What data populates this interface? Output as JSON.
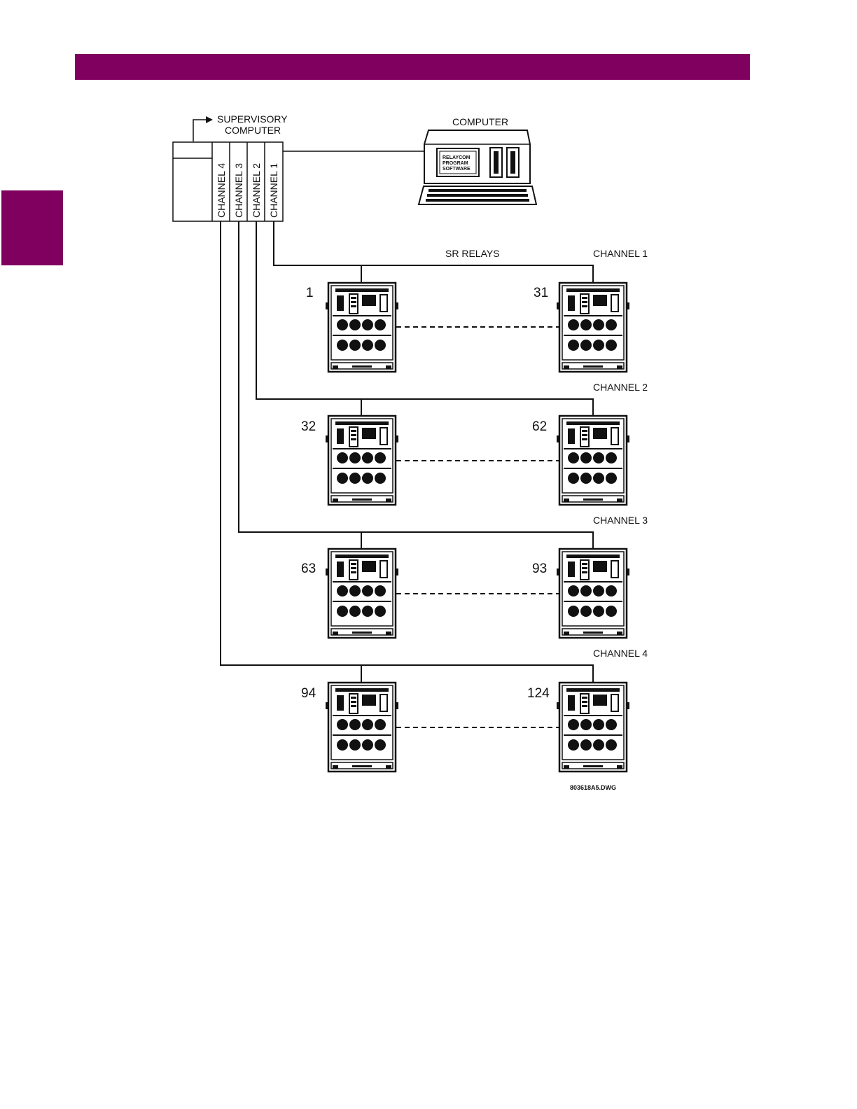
{
  "colors": {
    "accent": "#800060",
    "ink": "#111111"
  },
  "supervisory": {
    "line1": "SUPERVISORY",
    "line2": "COMPUTER"
  },
  "computer": {
    "title": "COMPUTER",
    "screen_lines": [
      "RELAYCOM",
      "PROGRAM",
      "SOFTWARE"
    ]
  },
  "channels": [
    "CHANNEL 4",
    "CHANNEL 3",
    "CHANNEL 2",
    "CHANNEL 1"
  ],
  "sr_relays_label": "SR  RELAYS",
  "groups": [
    {
      "channel_label": "CHANNEL  1",
      "first": "1",
      "last": "31"
    },
    {
      "channel_label": "CHANNEL  2",
      "first": "32",
      "last": "62"
    },
    {
      "channel_label": "CHANNEL  3",
      "first": "63",
      "last": "93"
    },
    {
      "channel_label": "CHANNEL  4",
      "first": "94",
      "last": "124"
    }
  ],
  "drawing_id": "803618A5.DWG"
}
